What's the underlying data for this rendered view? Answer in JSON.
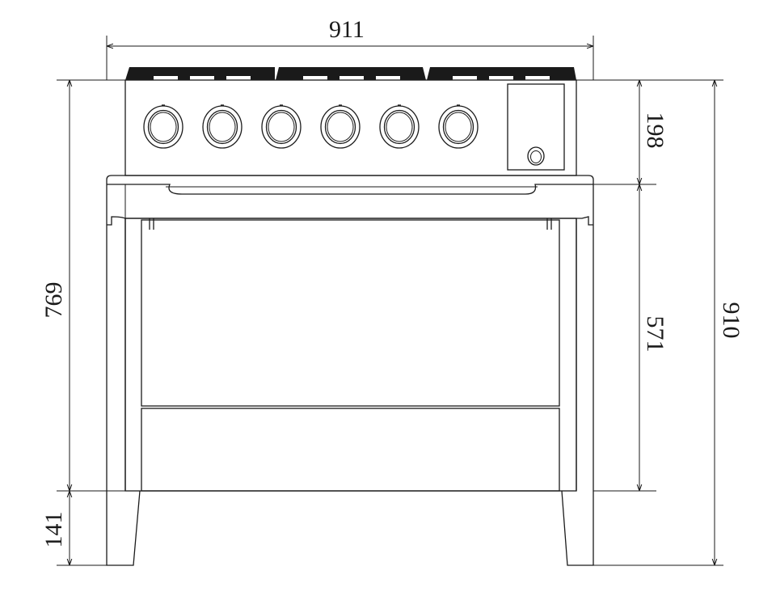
{
  "dimensions": {
    "overall_width": "911",
    "control_panel_height": "198",
    "oven_height": "571",
    "overall_height": "910",
    "body_height": "769",
    "leg_height": "141"
  },
  "colors": {
    "line": "#1a1a1a",
    "background": "#ffffff"
  },
  "knobs": [
    {
      "id": "knob-1"
    },
    {
      "id": "knob-2"
    },
    {
      "id": "knob-3"
    },
    {
      "id": "knob-4"
    },
    {
      "id": "knob-5"
    },
    {
      "id": "knob-6"
    }
  ]
}
